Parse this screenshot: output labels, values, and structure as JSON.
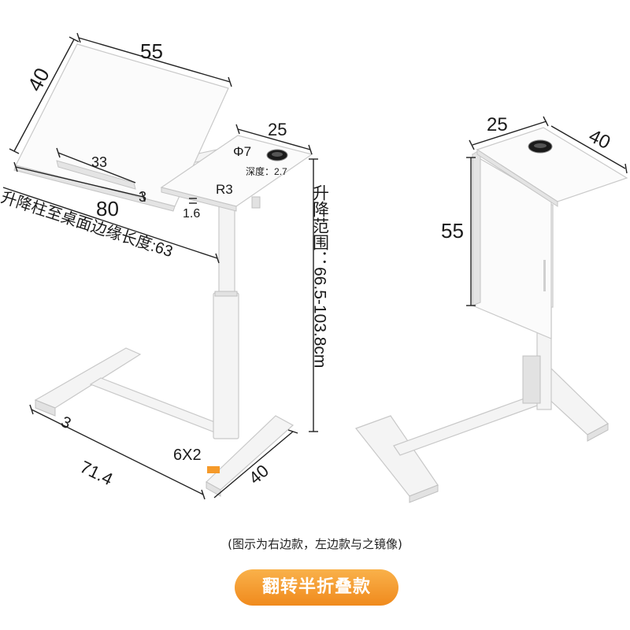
{
  "left_figure": {
    "top_width": "55",
    "top_depth": "40",
    "book_ledge_width": "33",
    "book_ledge_height": "3",
    "total_length": "80",
    "column_to_edge": "升降柱至桌面边缘长度:63",
    "side_width": "25",
    "cup_hole": "Φ7",
    "cup_depth": "深度：2.7",
    "corner_radius": "R3",
    "side_thickness": "1.6",
    "height_range": "升降范围：66.5-103.8cm",
    "base_length": "71.4",
    "base_width": "40",
    "base_thickness": "3",
    "caster_spec": "6X2"
  },
  "right_figure": {
    "side_width": "25",
    "side_depth": "40",
    "folded_height": "55"
  },
  "caption": "(图示为右边款，左边款与之镜像)",
  "badge": "翻转半折叠款",
  "colors": {
    "accent": "#f59a2a",
    "accent_dark": "#f08a1d",
    "foot_pad": "#f59a2a"
  }
}
